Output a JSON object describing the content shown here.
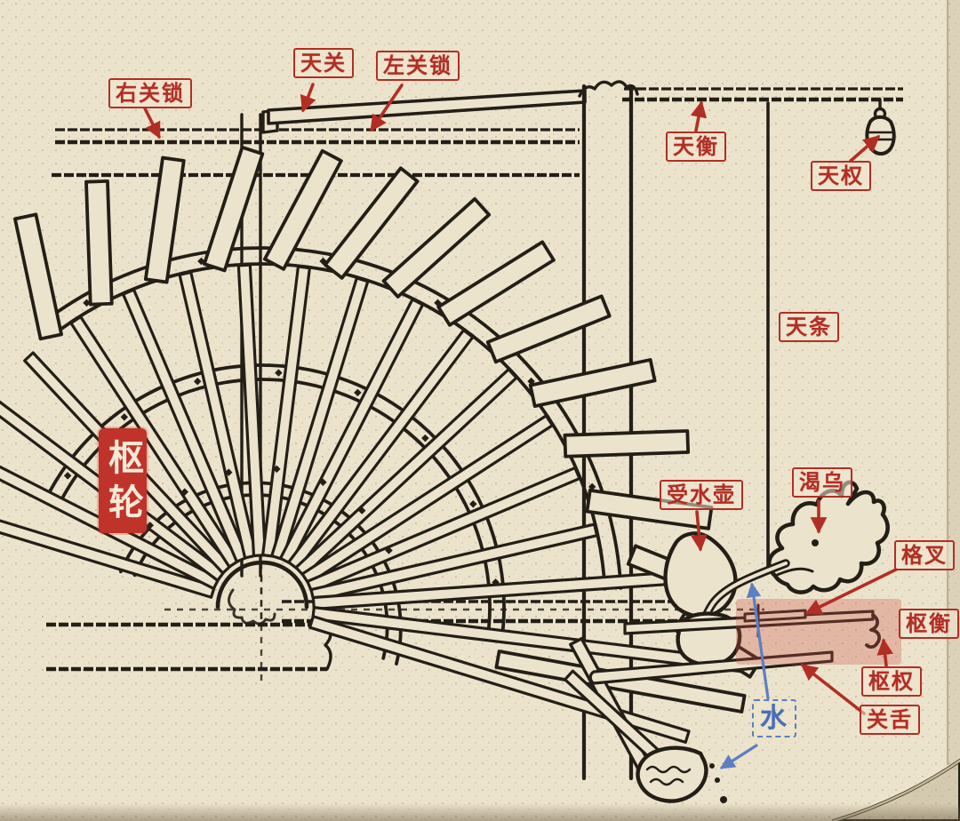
{
  "diagram": {
    "description": "hand-drawn escapement mechanism diagram with Chinese part labels",
    "colors": {
      "paper": "#ece3cc",
      "ink": "#231f17",
      "red": "#b22e24",
      "blue": "#5b7fc2",
      "highlight": "rgba(201,82,72,0.30)",
      "seal_bg": "#c0332a",
      "seal_text": "#f3ead6"
    },
    "seal": {
      "text": "枢轮"
    },
    "labels": [
      {
        "id": "you-guansuo",
        "text": "右关锁"
      },
      {
        "id": "tian-guan",
        "text": "天关"
      },
      {
        "id": "zuo-guansuo",
        "text": "左关锁"
      },
      {
        "id": "tian-heng",
        "text": "天衡"
      },
      {
        "id": "tian-quan",
        "text": "天权"
      },
      {
        "id": "tian-tiao",
        "text": "天条"
      },
      {
        "id": "shou-shui-hu",
        "text": "受水壶"
      },
      {
        "id": "ke-wu",
        "text": "渴乌"
      },
      {
        "id": "ge-cha",
        "text": "格叉"
      },
      {
        "id": "shu-heng",
        "text": "枢衡"
      },
      {
        "id": "shu-quan",
        "text": "枢权"
      },
      {
        "id": "guan-she",
        "text": "关舌"
      },
      {
        "id": "shui",
        "text": "水"
      }
    ]
  }
}
